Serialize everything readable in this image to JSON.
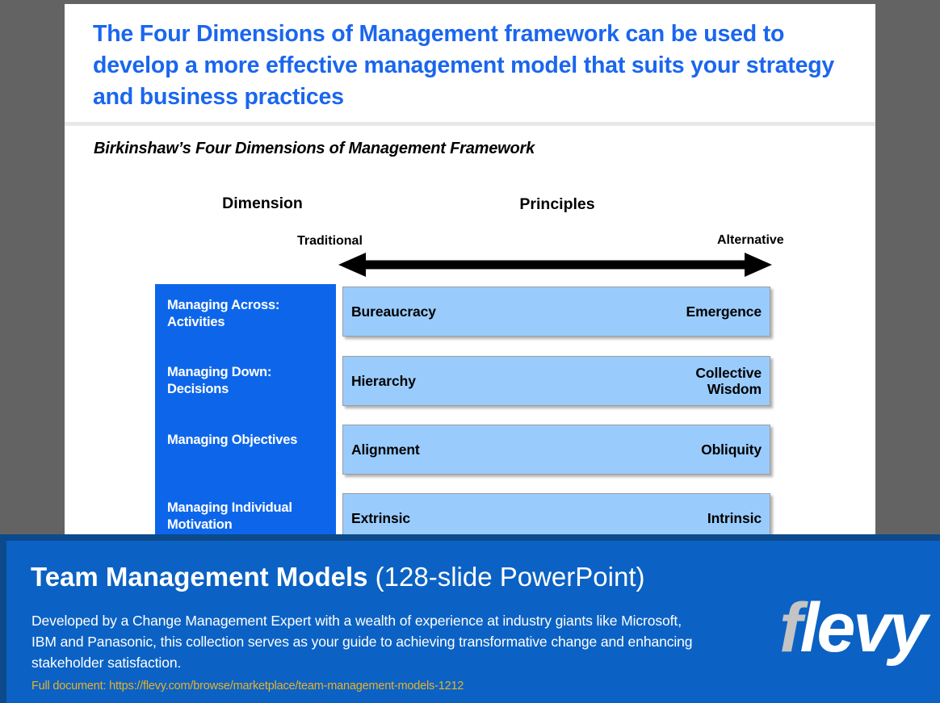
{
  "slide": {
    "title": "The Four Dimensions of Management framework can be used to develop a more effective management model that suits your strategy and business practices",
    "subtitle": "Birkinshaw’s Four Dimensions of Management Framework",
    "columns": {
      "dimension_header": "Dimension",
      "principles_header": "Principles"
    },
    "scale": {
      "left_label": "Traditional",
      "right_label": "Alternative",
      "arrow": "double-headed-horizontal-arrow"
    },
    "rows": [
      {
        "dimension": "Managing Across: Activities",
        "traditional": "Bureaucracy",
        "alternative": "Emergence"
      },
      {
        "dimension": "Managing Down: Decisions",
        "traditional": "Hierarchy",
        "alternative": "Collective\nWisdom"
      },
      {
        "dimension": "Managing Objectives",
        "traditional": "Alignment",
        "alternative": "Obliquity"
      },
      {
        "dimension": "Managing Individual Motivation",
        "traditional": "Extrinsic",
        "alternative": "Intrinsic"
      }
    ]
  },
  "promo": {
    "title_strong": "Team Management Models",
    "title_light": " (128-slide PowerPoint)",
    "description": "Developed by a Change Management Expert with a wealth of experience at industry giants like Microsoft, IBM and Panasonic, this collection serves as your guide to achieving transformative change and enhancing stakeholder satisfaction.",
    "url_text": "Full document: https://flevy.com/browse/marketplace/team-management-models-1212",
    "logo_first": "f",
    "logo_rest": "levy"
  },
  "colors": {
    "title_blue": "#1a66ee",
    "dimension_panel_blue": "#0d66ea",
    "principle_box_blue": "#99ccfd",
    "banner_blue": "#0b62c4",
    "banner_border": "#0c4a8c",
    "url_gold": "#e9b22b",
    "page_background_gray": "#636363"
  }
}
